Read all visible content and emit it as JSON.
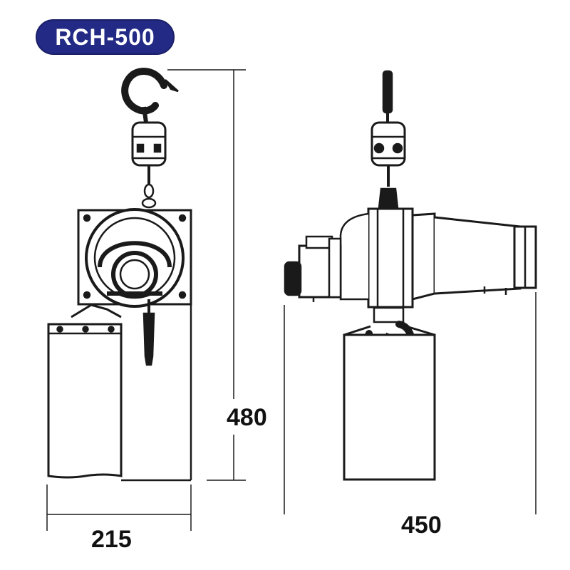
{
  "title": "RCH-500",
  "dimensions": {
    "height": "480",
    "width_front": "215",
    "width_side": "450"
  },
  "colors": {
    "badge": "#232a85",
    "line": "#1a1a1a"
  },
  "icons": [
    "hook-icon",
    "hoist-body-icon",
    "chain-bag-icon",
    "motor-icon"
  ]
}
